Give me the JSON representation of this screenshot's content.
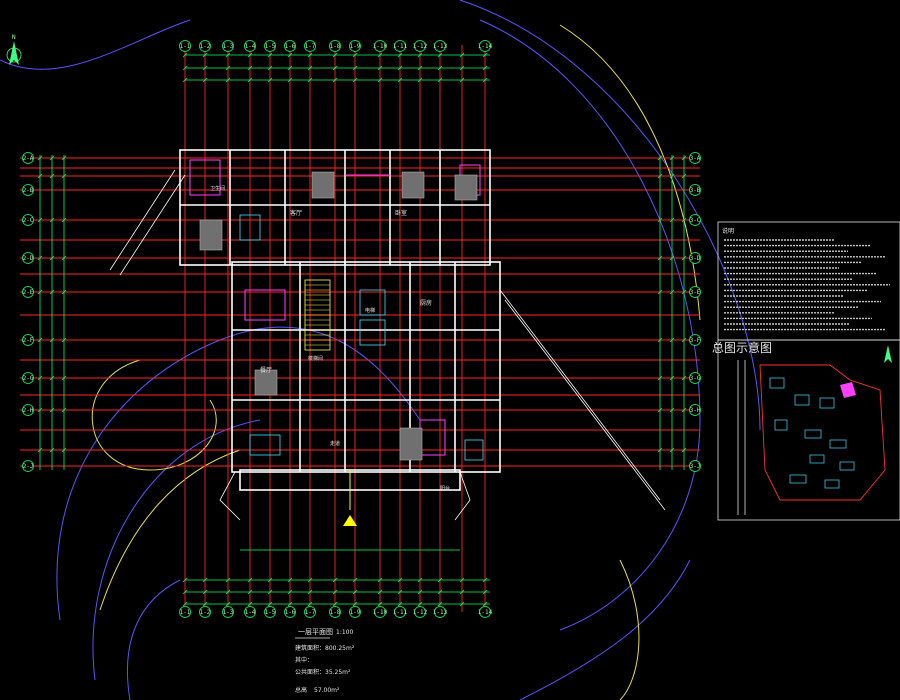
{
  "drawing": {
    "floor_plan_title": "一层平面图",
    "scale": "1:100",
    "building_area": "建筑面积：800.25m²",
    "remark_label": "其中：",
    "public_area": "公共面积：35.25m²",
    "height_label": "总高",
    "height_value": "57.00m²",
    "notes_title": "说明",
    "site_plan_title": "总图示意图",
    "north_label": "N"
  },
  "grid_axes": {
    "top": [
      "1-1",
      "1-2",
      "1-3",
      "1-4",
      "1-5",
      "1-6",
      "1-7",
      "1-8",
      "1-9",
      "1-10",
      "1-11",
      "1-12",
      "1-13",
      "1-14"
    ],
    "left": [
      "2-A",
      "2-B",
      "2-C",
      "2-D",
      "2-E",
      "2-F",
      "2-G",
      "2-H",
      "2-J"
    ],
    "right": [
      "3-A",
      "3-B",
      "3-C",
      "3-D",
      "3-E",
      "3-F",
      "3-G",
      "3-H",
      "3-J"
    ]
  },
  "room_labels": [
    "客厅",
    "卧室",
    "餐厅",
    "厨房",
    "卫生间",
    "电梯",
    "楼梯间",
    "走道",
    "阳台"
  ],
  "colors": {
    "background": "#000000",
    "grid_line": "#ff2020",
    "wall": "#ffffff",
    "axis": "#00ff66",
    "contour": "#6060ff",
    "dimension": "#00ff66",
    "accent_magenta": "#ff40ff",
    "highlight_yellow": "#ffff00"
  }
}
